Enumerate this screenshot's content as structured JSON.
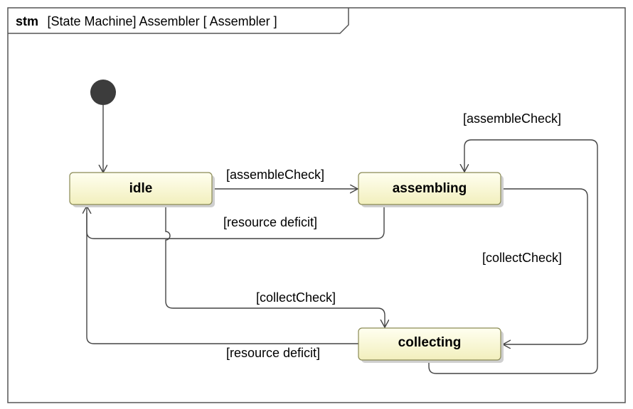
{
  "frame": {
    "keyword": "stm",
    "title": "[State Machine] Assembler [ Assembler ]"
  },
  "colors": {
    "state_fill_top": "#fffff0",
    "state_fill_bottom": "#f2efbd",
    "state_border": "#8a8a55",
    "initial_node": "#3c3c3c",
    "line": "#444444"
  },
  "states": {
    "idle": "idle",
    "assembling": "assembling",
    "collecting": "collecting"
  },
  "transitions": {
    "idle_to_assembling": "[assembleCheck]",
    "assembling_to_idle": "[resource deficit]",
    "idle_to_collecting": "[collectCheck]",
    "collecting_to_idle": "[resource deficit]",
    "assembling_to_collecting": "[collectCheck]",
    "collecting_to_assembling": "[assembleCheck]"
  }
}
